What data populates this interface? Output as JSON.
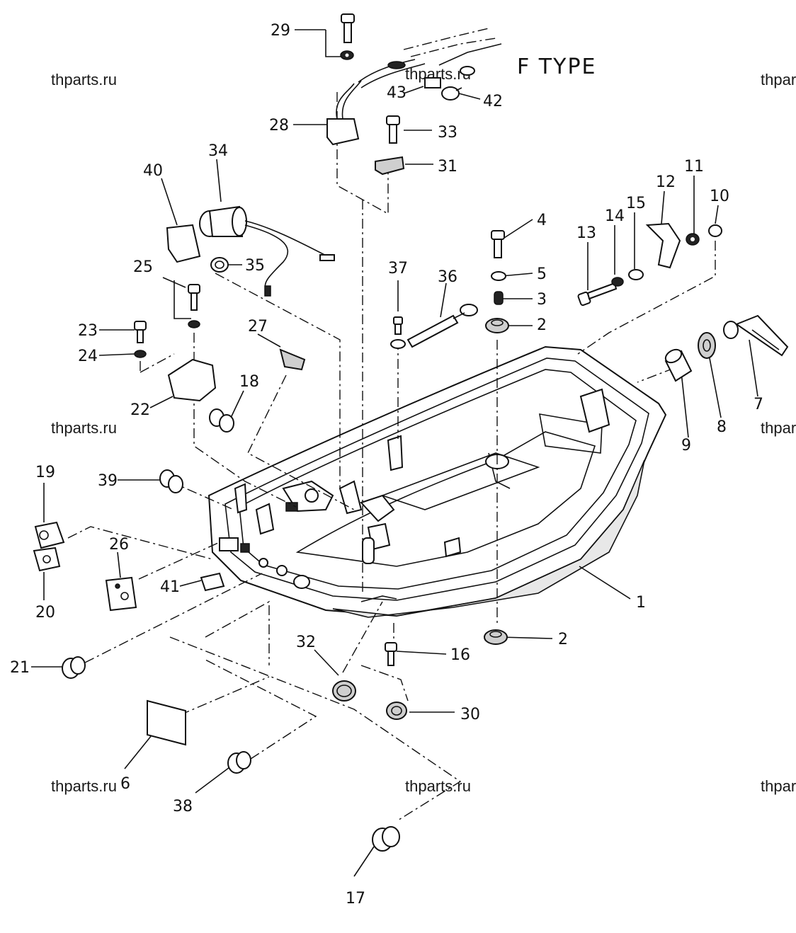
{
  "diagram": {
    "title": "F TYPE",
    "watermark": "thparts.ru",
    "callouts": [
      "1",
      "2",
      "2",
      "3",
      "4",
      "5",
      "6",
      "7",
      "8",
      "9",
      "10",
      "11",
      "12",
      "13",
      "14",
      "15",
      "16",
      "17",
      "18",
      "19",
      "20",
      "21",
      "22",
      "23",
      "24",
      "25",
      "26",
      "27",
      "28",
      "29",
      "30",
      "31",
      "32",
      "33",
      "34",
      "35",
      "36",
      "37",
      "38",
      "39",
      "40",
      "41",
      "42",
      "43"
    ],
    "colors": {
      "ink": "#111111",
      "paper": "#ffffff"
    }
  }
}
